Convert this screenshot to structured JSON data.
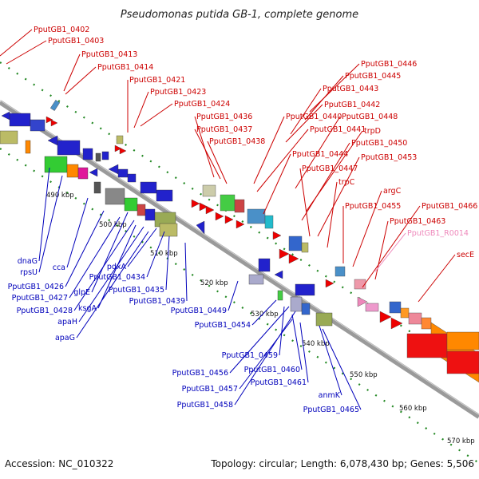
{
  "title": "Pseudomonas putida GB-1, complete genome",
  "footer": {
    "accession": "Accession: NC_010322",
    "topology": "Topology: circular; Length: 6,078,430 bp; Genes: 5,506"
  },
  "scale_ticks": [
    "490 kbp",
    "500 kbp",
    "510 kbp",
    "520 kbp",
    "530 kbp",
    "540 kbp",
    "550 kbp",
    "560 kbp",
    "570 kbp"
  ],
  "labels_plus": [
    "PputGB1_0402",
    "PputGB1_0403",
    "PputGB1_0413",
    "PputGB1_0414",
    "PputGB1_0421",
    "PputGB1_0423",
    "PputGB1_0424",
    "PputGB1_0436",
    "PputGB1_0437",
    "PputGB1_0438",
    "PputGB1_0446",
    "PputGB1_0445",
    "PputGB1_0443",
    "PputGB1_0442",
    "PputGB1_0440",
    "PputGB1_0441",
    "PputGB1_0448",
    "trpD",
    "PputGB1_0450",
    "PputGB1_0444",
    "PputGB1_0447",
    "PputGB1_0453",
    "trpC",
    "argC",
    "PputGB1_0455",
    "PputGB1_0466",
    "PputGB1_0463",
    "secE"
  ],
  "labels_rna": [
    "PputGB1_R0014"
  ],
  "labels_minus": [
    "dnaG",
    "rpsU",
    "cca",
    "PputGB1_0426",
    "PputGB1_0427",
    "glpE",
    "PputGB1_0428",
    "ksgA",
    "apaH",
    "apaG",
    "pdxA",
    "PputGB1_0434",
    "PputGB1_0435",
    "PputGB1_0439",
    "PputGB1_0449",
    "PputGB1_0454",
    "PputGB1_0459",
    "PputGB1_0456",
    "PputGB1_0460",
    "PputGB1_0457",
    "PputGB1_0461",
    "PputGB1_0458",
    "anmK",
    "PputGB1_0465"
  ],
  "colors": {
    "plus_label": "#cc0000",
    "minus_label": "#0000bb",
    "rna_label": "#ee88bb",
    "backbone": "#808080",
    "tick": "#228822"
  }
}
